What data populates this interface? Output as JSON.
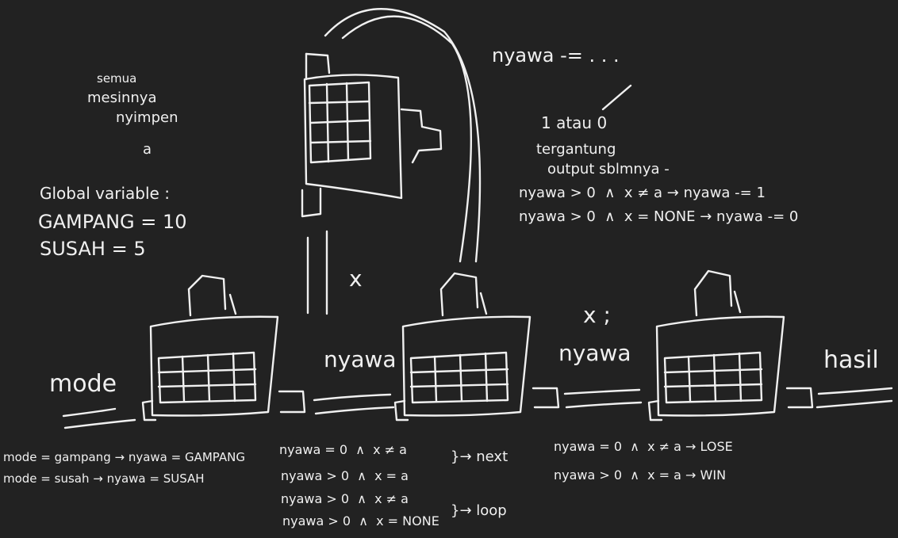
{
  "colors": {
    "background": "#222222",
    "ink": "#f0f0f0"
  },
  "notes": {
    "semua": "semua",
    "mesinnya": "mesinnya",
    "nyimpen": "nyimpen",
    "a": "a",
    "global_title": "Global variable :",
    "gampang": "GAMPANG = 10",
    "susah": "SUSAH = 5"
  },
  "top_notes": {
    "nyawa_decrement": "nyawa -= . . .",
    "satu_atau_nol": "1 atau 0",
    "tergantung": "tergantung",
    "output": "output sblmnya -",
    "rule1": "nyawa > 0  ∧  x ≠ a → nyawa -= 1",
    "rule2": "nyawa > 0  ∧  x = NONE → nyawa -= 0"
  },
  "machines": {
    "top_arrow_label": "x",
    "mode": "mode",
    "nyawa1": "nyawa",
    "x_semicolon": "x ;",
    "nyawa2": "nyawa",
    "hasil": "hasil"
  },
  "rules_mode": {
    "line1": "mode = gampang → nyawa = GAMPANG",
    "line2": "mode = susah → nyawa = SUSAH"
  },
  "rules_middle": {
    "line1": "nyawa = 0  ∧  x ≠ a",
    "line2": "nyawa > 0  ∧  x = a",
    "brace1": "}→ next",
    "line3": "nyawa > 0  ∧  x ≠ a",
    "line4": "nyawa > 0  ∧  x = NONE",
    "brace2": "}→ loop"
  },
  "rules_result": {
    "line1": "nyawa = 0  ∧  x ≠ a → LOSE",
    "line2": "nyawa > 0  ∧  x = a → WIN"
  }
}
